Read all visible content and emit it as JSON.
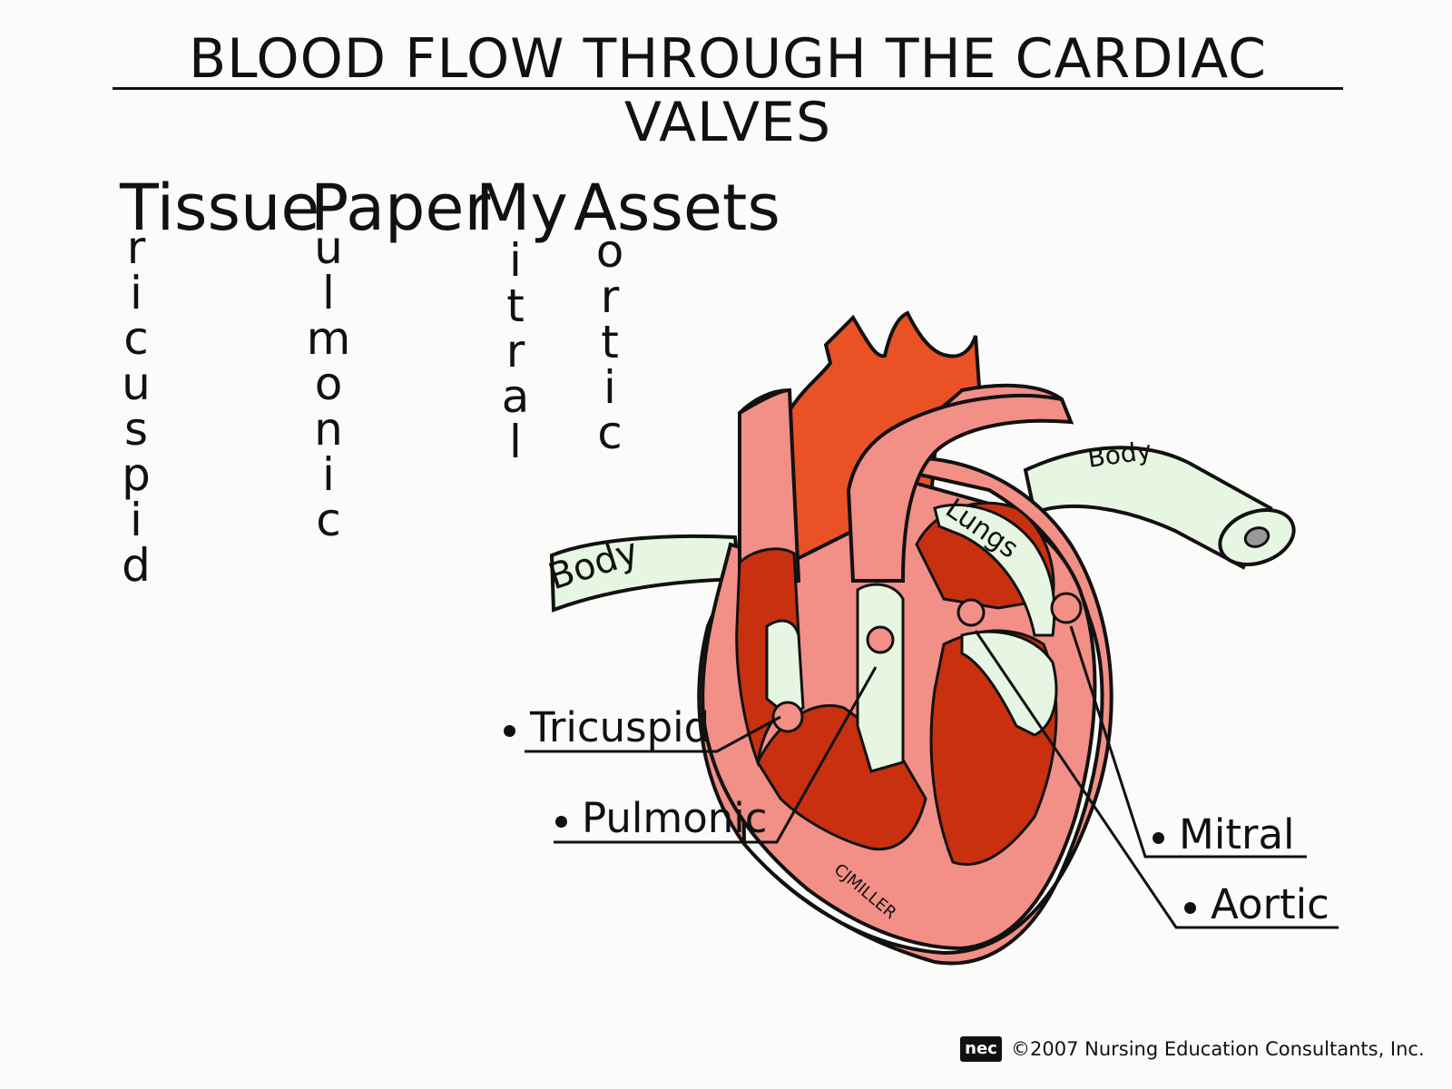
{
  "title": "BLOOD FLOW THROUGH THE CARDIAC VALVES",
  "mnemonic": {
    "words": [
      {
        "word": "Tissue",
        "letters": [
          "r",
          "i",
          "c",
          "u",
          "s",
          "p",
          "i",
          "d"
        ]
      },
      {
        "word": "Paper",
        "letters": [
          "u",
          "l",
          "m",
          "o",
          "n",
          "i",
          "c"
        ]
      },
      {
        "word": "My",
        "letters": [
          "i",
          "t",
          "r",
          "a",
          "l"
        ]
      },
      {
        "word": "Assets",
        "letters": [
          "o",
          "r",
          "t",
          "i",
          "c"
        ]
      }
    ]
  },
  "diagram": {
    "flow_labels": {
      "body_in": "Body",
      "body_out": "Body",
      "lungs": "Lungs"
    },
    "signature": "CJMILLER",
    "valve_labels": [
      "Tricuspid",
      "Pulmonic",
      "Mitral",
      "Aortic"
    ]
  },
  "footer": {
    "logo_text": "nec",
    "copyright": "©2007 Nursing Education Consultants, Inc."
  },
  "colors": {
    "heart_outer": "#f28f86",
    "chamber": "#c8300f",
    "aorta": "#ea5226",
    "flow_band": "#e7f6e2",
    "outline": "#111111"
  }
}
